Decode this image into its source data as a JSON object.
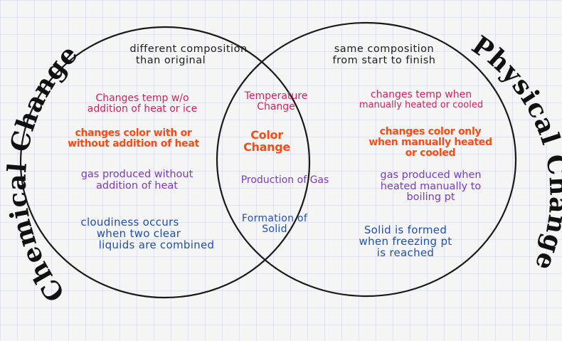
{
  "diagram": {
    "left_title": "Chemical Change",
    "right_title": "Physical Change",
    "left_header": [
      "different composition",
      "than original"
    ],
    "right_header": [
      "same composition",
      "from start to finish"
    ],
    "left": {
      "temp": [
        "Changes temp w/o",
        "addition of heat or ice"
      ],
      "color": [
        "changes color with or",
        "without addition of heat"
      ],
      "gas": [
        "gas produced without",
        "addition of heat"
      ],
      "solid": [
        "cloudiness occurs",
        "when two clear",
        "liquids are combined"
      ]
    },
    "center": {
      "temp": [
        "Temperature",
        "Change"
      ],
      "color": [
        "Color",
        "Change"
      ],
      "gas": [
        "Production of Gas"
      ],
      "solid": [
        "Formation of",
        "Solid"
      ]
    },
    "right": {
      "temp": [
        "changes temp when",
        "manually heated or cooled"
      ],
      "color": [
        "changes color only",
        "when manually heated",
        "or cooled"
      ],
      "gas": [
        "gas produced when",
        "heated manually to",
        "boiling pt"
      ],
      "solid": [
        "Solid is formed",
        "when freezing pt",
        "is reached"
      ]
    },
    "colors": {
      "header": "#1d1d1d",
      "temp": "#d81f5c",
      "color": "#ff4a14",
      "gas": "#7a3bc0",
      "solid": "#1f4fb8"
    }
  }
}
